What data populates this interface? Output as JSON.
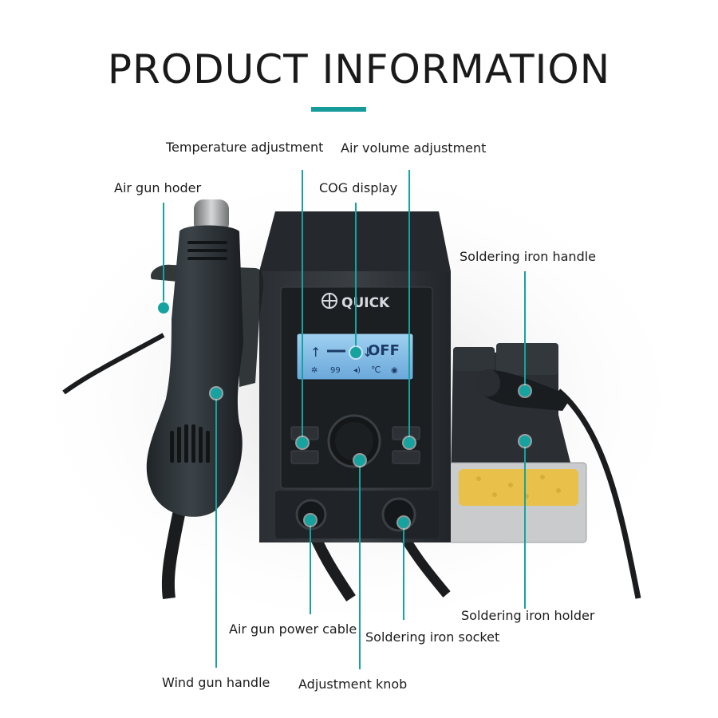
{
  "title": "PRODUCT INFORMATION",
  "accent_color": "#16a3a0",
  "brand_logo": "QUICK",
  "display": {
    "off_text": "OFF",
    "reading": "99",
    "unit": "℃"
  },
  "labels": {
    "temperature_adjustment": "Temperature adjustment",
    "air_volume_adjustment": "Air volume adjustment",
    "air_gun_holder": "Air gun hoder",
    "cog_display": "COG display",
    "soldering_iron_handle": "Soldering iron handle",
    "soldering_iron_holder": "Soldering iron holder",
    "air_gun_power_cable": "Air gun power cable",
    "soldering_iron_socket": "Soldering iron socket",
    "wind_gun_handle": "Wind gun handle",
    "adjustment_knob": "Adjustment knob"
  }
}
